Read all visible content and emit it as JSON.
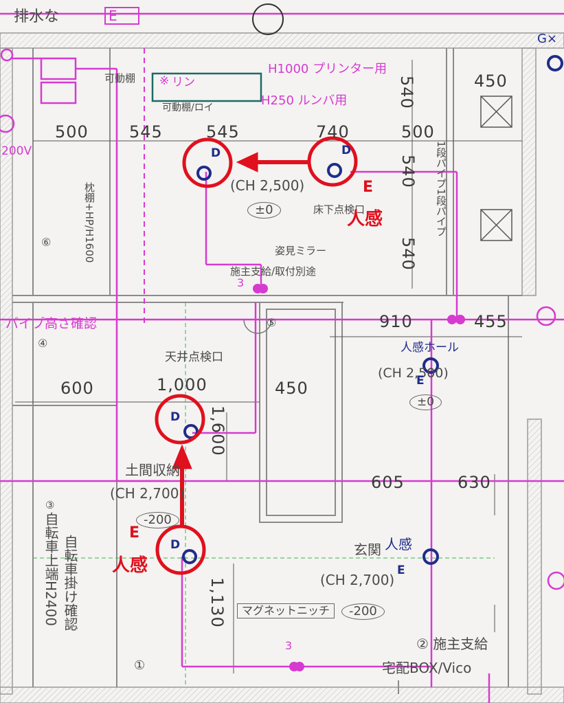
{
  "colors": {
    "background": "#f4f3f1",
    "wall": "#9a9a9a",
    "wiring": "#d63ad0",
    "annotation_red": "#e0101e",
    "fixture_blue": "#1f2c8a",
    "cabinet_teal": "#1b6b66"
  },
  "top_partial_label": "排水な",
  "top_partial_box": "E",
  "top_right_label": "G×",
  "storage": {
    "shelf_label": "可動棚",
    "shelf_note": "※",
    "box_label": "リン",
    "printer_note": "H1000 プリンター用",
    "roomba_note": "H250 ルンバ用",
    "shelf_label2": "可動棚/ロイ"
  },
  "dimensions_top": {
    "d500a": "500",
    "d545a": "545",
    "d545b": "545",
    "d740": "740",
    "d500b": "500",
    "d450": "450",
    "d540a": "540",
    "d540b": "540",
    "d540c": "540"
  },
  "left_edge": {
    "v200": "200V",
    "circle6": "⑥",
    "shelf_pipe": "枕棚+HP/H1600"
  },
  "room_upper": {
    "ch": "(CH 2,500)",
    "level": "±0",
    "floor_hatch": "床下点検口",
    "mirror": "姿見ミラー",
    "mirror_note": "施主支給/取付別途",
    "pipe_vertical": "1段パイプ1段パイプ",
    "pipe_height": "パイプ高さ確認",
    "circle4": "④",
    "circle5": "⑤"
  },
  "dimensions_mid": {
    "d910": "910",
    "d455": "455",
    "d600": "600",
    "d1000": "1,000",
    "d450": "450",
    "d1600": "1,600",
    "d605": "605",
    "d630": "630",
    "d1130": "1,130"
  },
  "ceiling_hatch": "天井点検口",
  "hall": {
    "sensor": "人感ホール",
    "ch": "(CH 2,500)",
    "level": "±0"
  },
  "doma": {
    "name": "土間収納",
    "ch": "(CH 2,700)",
    "level": "-200"
  },
  "bike": {
    "circle3": "③",
    "line1": "自転車上端H2400",
    "line2": "自転車掛け確認"
  },
  "entrance": {
    "name": "玄関",
    "ch": "(CH 2,700)",
    "magnet": "マグネットニッチ",
    "level": "-200",
    "owner_supply": "② 施主支給",
    "delivery_box": "宅配BOX/Vico",
    "circle1": "①"
  },
  "switch_count": "3",
  "fixture_letter": "D",
  "sensor_letter": "E",
  "annotations": [
    {
      "id": "upper",
      "letter": "E",
      "text": "人感"
    },
    {
      "id": "lower",
      "letter": "E",
      "text": "人感"
    }
  ]
}
